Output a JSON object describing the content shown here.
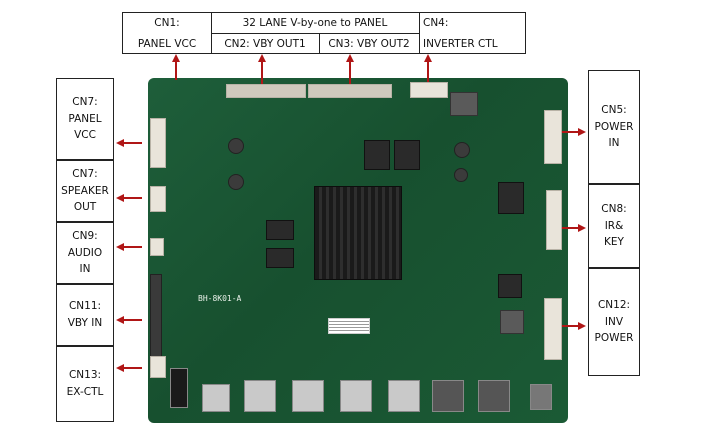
{
  "top": {
    "cn1": [
      "CN1:",
      "PANEL VCC"
    ],
    "vby_header": "32 LANE V-by-one to PANEL",
    "cn2": "CN2: VBY OUT1",
    "cn3": "CN3: VBY OUT2",
    "cn4": [
      "CN4:",
      "INVERTER CTL"
    ]
  },
  "left": [
    {
      "id": "cn7a",
      "lines": [
        "CN7:",
        "PANEL",
        "VCC"
      ]
    },
    {
      "id": "cn7b",
      "lines": [
        "CN7:",
        "SPEAKER",
        "OUT"
      ]
    },
    {
      "id": "cn9",
      "lines": [
        "CN9:",
        "AUDIO",
        "IN"
      ]
    },
    {
      "id": "cn11",
      "lines": [
        "CN11:",
        "VBY IN"
      ]
    },
    {
      "id": "cn13",
      "lines": [
        "CN13:",
        "EX-CTL"
      ]
    }
  ],
  "right": [
    {
      "id": "cn5",
      "lines": [
        "CN5:",
        "POWER",
        "IN"
      ]
    },
    {
      "id": "cn8",
      "lines": [
        "CN8:",
        "IR&",
        "KEY"
      ]
    },
    {
      "id": "cn12",
      "lines": [
        "CN12:",
        "INV",
        "POWER"
      ]
    }
  ],
  "board": {
    "model": "BH-8K01-A",
    "arrow_color": "#b01616",
    "pcb_color": "#1e5e3a"
  }
}
